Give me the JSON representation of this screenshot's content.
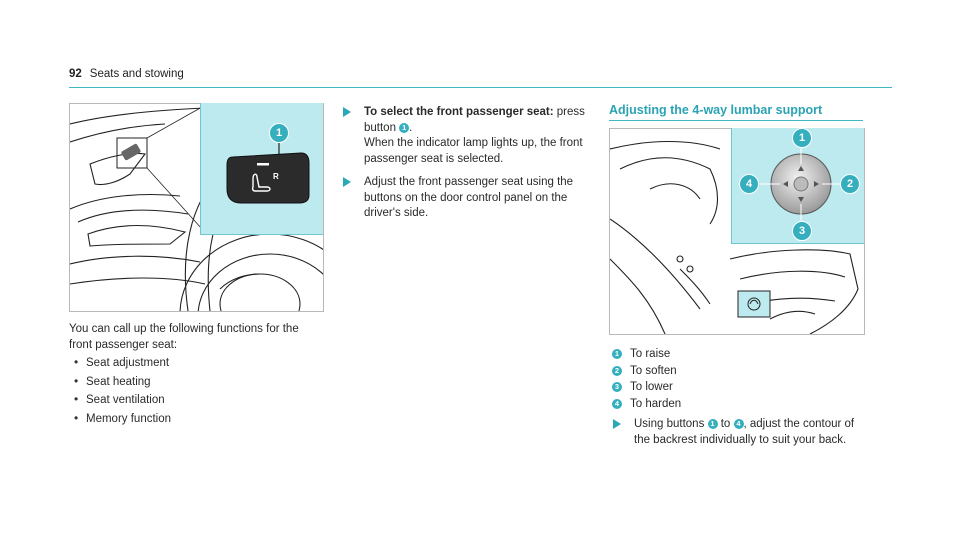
{
  "header": {
    "page_number": "92",
    "section": "Seats and stowing"
  },
  "left": {
    "intro": "You can call up the following functions for the front passenger seat:",
    "items": [
      "Seat adjustment",
      "Seat heating",
      "Seat ventilation",
      "Memory function"
    ]
  },
  "middle": {
    "step1_title": "To select the front passenger seat:",
    "step1_a": " press button ",
    "step1_b": ".",
    "step1_c": "When the indicator lamp lights up, the front passenger seat is selected.",
    "step2": "Adjust the front passenger seat using the buttons on the door control panel on the driver's side."
  },
  "right": {
    "heading": "Adjusting the 4-way lumbar support",
    "legend": [
      {
        "n": "1",
        "text": "To raise"
      },
      {
        "n": "2",
        "text": "To soften"
      },
      {
        "n": "3",
        "text": "To lower"
      },
      {
        "n": "4",
        "text": "To harden"
      }
    ],
    "step_a": "Using buttons ",
    "step_b": " to ",
    "step_c": ", adjust the contour of the backrest individually to suit your back."
  },
  "figure_left": {
    "callout": "1",
    "button_letter": "R"
  },
  "figure_right": {
    "callouts": [
      "1",
      "2",
      "3",
      "4"
    ]
  },
  "colors": {
    "accent": "#35aebd",
    "panel": "#bdeaee",
    "heading": "#2aa3b3"
  }
}
